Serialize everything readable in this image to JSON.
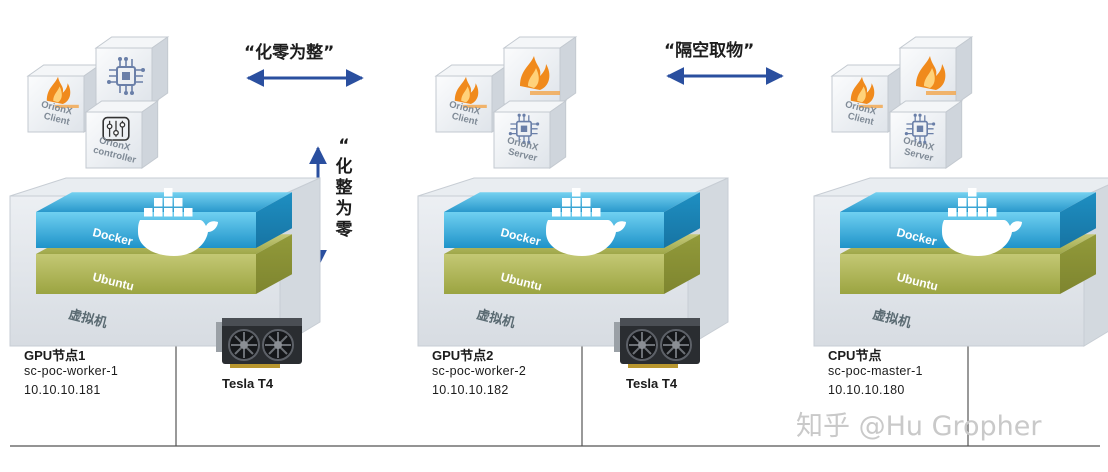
{
  "phrases": {
    "merge": "“化零为整”",
    "isolate": "“隔空取物”",
    "split": [
      "“",
      "化",
      "整",
      "为",
      "零"
    ]
  },
  "layers": {
    "docker": "Docker",
    "ubuntu": "Ubuntu",
    "vm": "虚拟机"
  },
  "nodes": [
    {
      "title": "GPU节点1",
      "host": "sc-poc-worker-1",
      "ip": "10.10.10.181",
      "gpu": "Tesla T4",
      "cubes": [
        {
          "icon": "flame-logo-icon",
          "text": [
            "OrionX",
            "Client"
          ]
        },
        {
          "icon": "chip-icon",
          "text": []
        },
        {
          "icon": "sliders-icon",
          "text": [
            "OrionX",
            "controller"
          ]
        }
      ]
    },
    {
      "title": "GPU节点2",
      "host": "sc-poc-worker-2",
      "ip": "10.10.10.182",
      "gpu": "Tesla T4",
      "cubes": [
        {
          "icon": "flame-logo-icon",
          "text": [
            "OrionX",
            "Client"
          ]
        },
        {
          "icon": "flame-logo-icon",
          "text": []
        },
        {
          "icon": "chip-icon",
          "text": [
            "OrionX",
            "Server"
          ]
        }
      ]
    },
    {
      "title": "CPU节点",
      "host": "sc-poc-master-1",
      "ip": "10.10.10.180",
      "gpu": "",
      "cubes": [
        {
          "icon": "flame-logo-icon",
          "text": [
            "OrionX",
            "Client"
          ]
        },
        {
          "icon": "flame-logo-icon",
          "text": []
        },
        {
          "icon": "chip-icon",
          "text": [
            "OrionX",
            "Server"
          ]
        }
      ]
    }
  ],
  "watermark": "知乎 @Hu Gropher",
  "colors": {
    "docker_blue": "#2aa8d8",
    "ubuntu_olive": "#a9b24a",
    "arrow_blue": "#2a4f9f",
    "flame_orange": "#f08a1c"
  }
}
